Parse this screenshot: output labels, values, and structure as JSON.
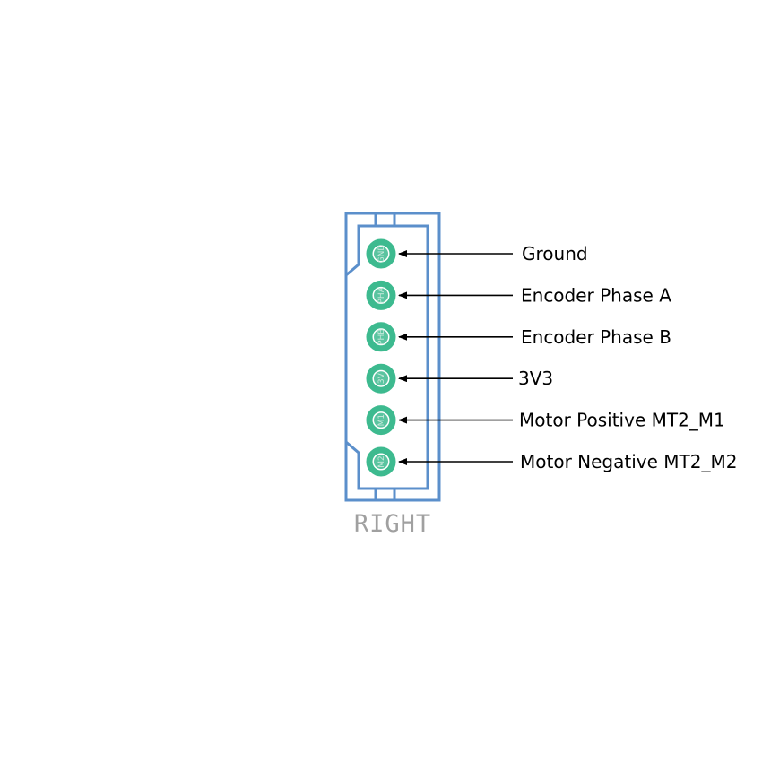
{
  "connector": {
    "silkscreen_label": "RIGHT",
    "outline_color": "#5b8fcb",
    "pad_color": "#3dba8f",
    "pad_text_color": "#c8e9dc",
    "silk_color": "#a0a0a0",
    "pins": [
      {
        "pad_text": "GND",
        "description": "Ground"
      },
      {
        "pad_text": "PHA",
        "description": "Encoder Phase A"
      },
      {
        "pad_text": "PHB",
        "description": "Encoder Phase B"
      },
      {
        "pad_text": "3V",
        "description": "3V3"
      },
      {
        "pad_text": "M1",
        "description": "Motor Positive MT2_M1"
      },
      {
        "pad_text": "M2",
        "description": "Motor Negative MT2_M2"
      }
    ]
  }
}
